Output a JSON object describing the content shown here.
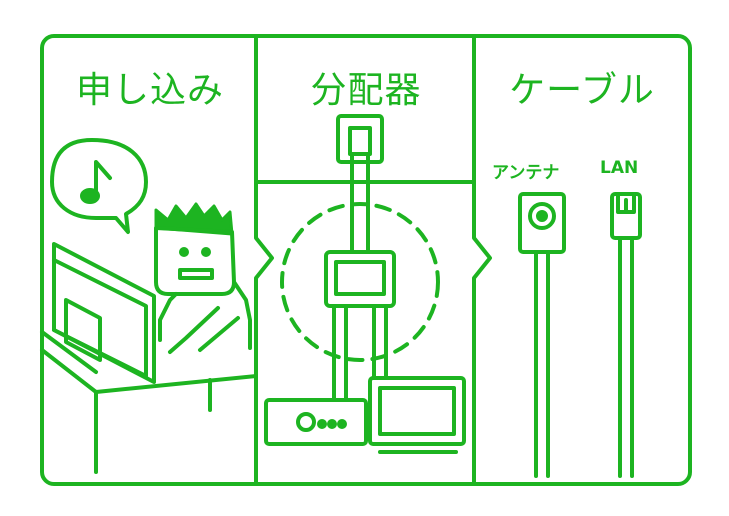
{
  "colors": {
    "stroke": "#1db421",
    "background": "#ffffff"
  },
  "panels": [
    {
      "title": "申し込み",
      "icon": "music-note-icon"
    },
    {
      "title": "分配器",
      "icon": "splitter-icon"
    },
    {
      "title": "ケーブル",
      "icon": "cable-icon"
    }
  ],
  "cable_labels": {
    "antenna": "アンテナ",
    "lan": "LAN"
  }
}
